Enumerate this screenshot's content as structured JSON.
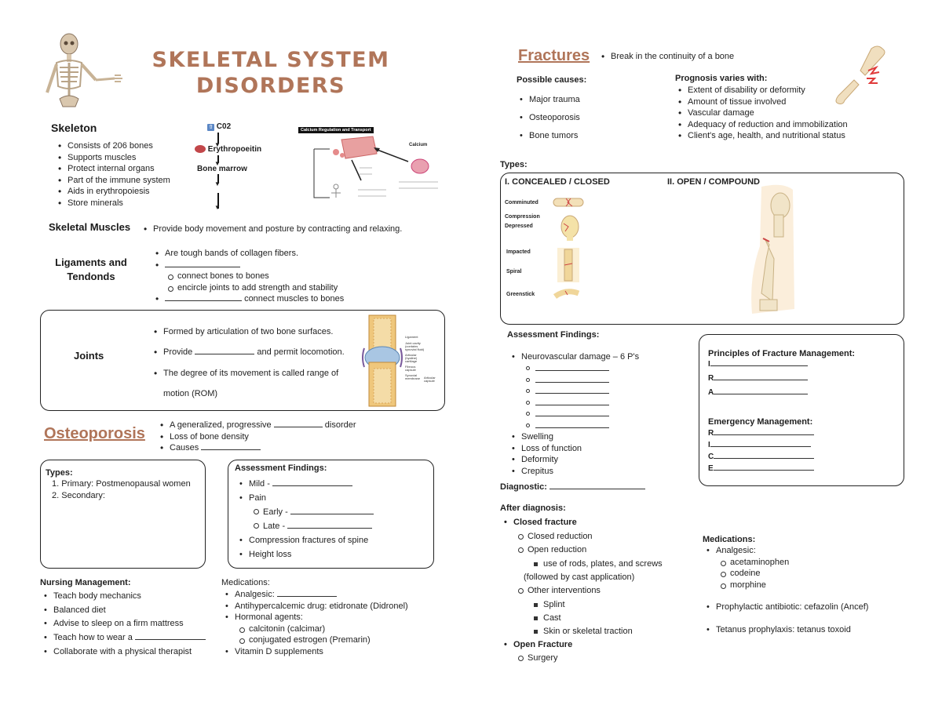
{
  "title": {
    "line1": "SKELETAL SYSTEM",
    "line2": "DISORDERS"
  },
  "skeleton": {
    "heading": "Skeleton",
    "items": [
      "Consists of 206 bones",
      "Supports muscles",
      "Protect internal organs",
      "Part of the immune system",
      "Aids in erythropoiesis",
      "Store minerals"
    ]
  },
  "flow": {
    "co2": "C02",
    "epo": "Erythropoeitin",
    "marrow": "Bone marrow"
  },
  "calcium_img": {
    "caption": "Calcium Regulation and Transport",
    "label": "Calcium"
  },
  "muscles": {
    "heading": "Skeletal Muscles",
    "text": "Provide body movement and posture by contracting and relaxing."
  },
  "ligaments": {
    "heading_1": "Ligaments and",
    "heading_2": "Tendonds",
    "item1": "Are tough bands of collagen fibers.",
    "sub1": "connect bones to bones",
    "sub2": "encircle joints to add strength and stability",
    "item3": "connect muscles to bones"
  },
  "joints": {
    "heading": "Joints",
    "item1": "Formed by articulation of two bone surfaces.",
    "item2_pre": "Provide",
    "item2_post": "and permit locomotion.",
    "item3": "The degree of its movement is called range of",
    "item3b": "motion (ROM)",
    "labels": [
      "Ligament",
      "Joint cavity (contains synovial fluid)",
      "Articular (hyaline) cartilage",
      "Fibrous capsule",
      "Synovial membrane",
      "Articular capsule"
    ]
  },
  "osteoporosis": {
    "heading": "Osteoporosis",
    "item1_pre": "A generalized, progressive",
    "item1_post": "disorder",
    "item2": "Loss of bone density",
    "item3": "Causes",
    "types_heading": "Types:",
    "types": [
      "Primary: Postmenopausal women",
      "Secondary:"
    ],
    "af_heading": "Assessment Findings:",
    "af_mild": "Mild -",
    "af_pain": "Pain",
    "af_early": "Early -",
    "af_late": "Late -",
    "af_compression": "Compression fractures of spine",
    "af_height": "Height loss",
    "nm_heading": "Nursing Management:",
    "nm_items": [
      "Teach body mechanics",
      "Balanced diet",
      "Advise to sleep on a firm mattress",
      "Teach how to wear a",
      "Collaborate with a physical therapist"
    ],
    "med_heading": "Medications:",
    "med_analgesic": "Analgesic:",
    "med_antihyper": "Antihypercalcemic drug: etidronate (Didronel)",
    "med_hormonal": "Hormonal agents:",
    "med_calcitonin": "calcitonin (calcimar)",
    "med_estrogen": "conjugated estrogen (Premarin)",
    "med_vitd": "Vitamin D supplements"
  },
  "fractures": {
    "heading": "Fractures",
    "definition": "Break in the continuity of a bone",
    "causes_heading": "Possible causes:",
    "causes": [
      "Major trauma",
      "Osteoporosis",
      "Bone tumors"
    ],
    "prognosis_heading": "Prognosis varies with:",
    "prognosis": [
      "Extent of disability or deformity",
      "Amount of tissue involved",
      "Vascular damage",
      "Adequacy of reduction and immobilization",
      "Client's age, health, and nutritional status"
    ],
    "types_heading": "Types:",
    "closed_heading": "I. CONCEALED / CLOSED",
    "open_heading": "II. OPEN / COMPOUND",
    "closed_types": [
      "Comminuted",
      "Compression",
      "Depressed",
      "Impacted",
      "Spiral",
      "Greenstick"
    ],
    "af_heading": "Assessment Findings:",
    "af_neuro": "Neurovascular damage – 6 P's",
    "af_items": [
      "Swelling",
      "Loss of function",
      "Deformity",
      "Crepitus"
    ],
    "diagnostic": "Diagnostic:",
    "principles_heading": "Principles of Fracture Management:",
    "principles_letters": [
      "I",
      "R",
      "A"
    ],
    "emergency_heading": "Emergency Management:",
    "emergency_letters": [
      "R",
      "I",
      "C",
      "E"
    ],
    "after_heading": "After diagnosis:",
    "closed_fracture": "Closed fracture",
    "closed_reduction": "Closed reduction",
    "open_reduction": "Open reduction",
    "rods": "use of rods, plates, and screws",
    "rods_b": "(followed by cast application)",
    "other": "Other interventions",
    "other_items": [
      "Splint",
      "Cast",
      "Skin or skeletal traction"
    ],
    "open_fracture": "Open Fracture",
    "surgery": "Surgery",
    "med_heading": "Medications:",
    "med_analgesic": "Analgesic:",
    "med_analgesics": [
      "acetaminophen",
      "codeine",
      "morphine"
    ],
    "med_antibiotic": "Prophylactic antibiotic: cefazolin (Ancef)",
    "med_tetanus": "Tetanus prophylaxis: tetanus toxoid"
  }
}
